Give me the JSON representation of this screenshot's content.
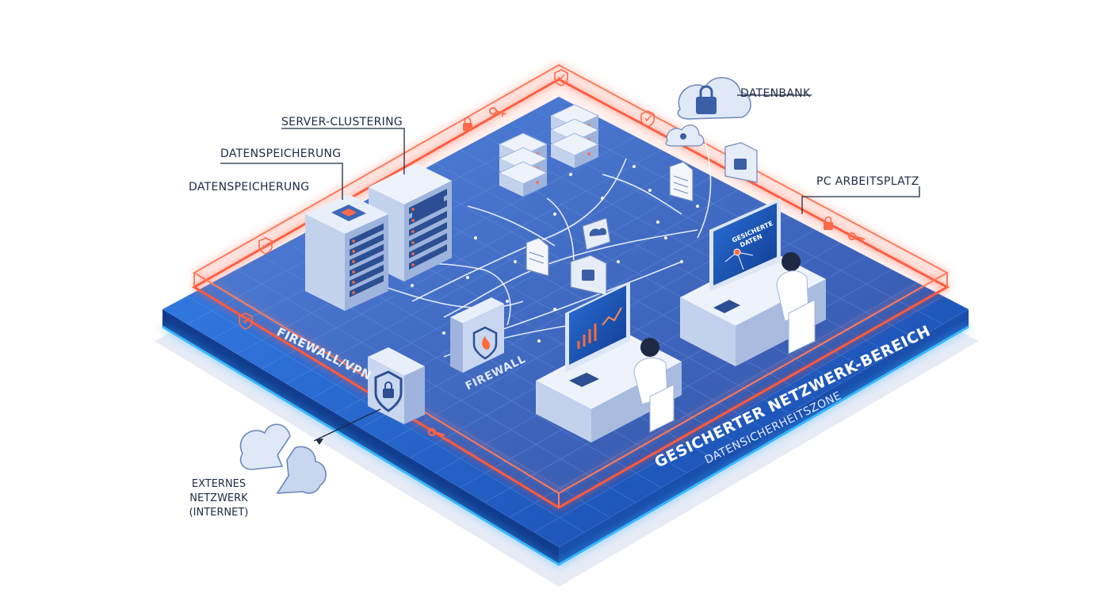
{
  "labels": {
    "server_clustering": "SERVER-CLUSTERING",
    "datenspeicherung_1": "DATENSPEICHERUNG",
    "datenspeicherung_2": "DATENSPEICHERUNG",
    "datenbank": "DATENBANK",
    "pc_arbeitsplatz": "PC ARBEITSPLATZ",
    "externes_line1": "EXTERNES",
    "externes_line2": "NETZWERK",
    "externes_line3": "(INTERNET)"
  },
  "zone": {
    "title": "GESICHERTER NETZWERK-BEREICH",
    "subtitle": "DATENSICHERHEITSZONE",
    "edge_label": "FIREWALL/VPN"
  },
  "firewall": {
    "label": "FIREWALL"
  },
  "screen": {
    "line1": "GESICHERTE",
    "line2": "DATEN"
  },
  "colors": {
    "platform": "#1f5fc4",
    "platform_dark": "#123d8f",
    "grid": "#4f8fe8",
    "zone_glow": "#ff5a3c",
    "device": "#dce6f7",
    "device_shade": "#a9bce0"
  },
  "icons": [
    "server-rack-icon",
    "storage-stack-icon",
    "database-cloud-lock-icon",
    "firewall-shield-icon",
    "vpn-shield-lock-icon",
    "broken-cloud-icon",
    "document-icon",
    "folder-lock-icon",
    "cloud-upload-icon",
    "key-icon",
    "padlock-icon",
    "shield-check-icon",
    "workstation-icon"
  ]
}
